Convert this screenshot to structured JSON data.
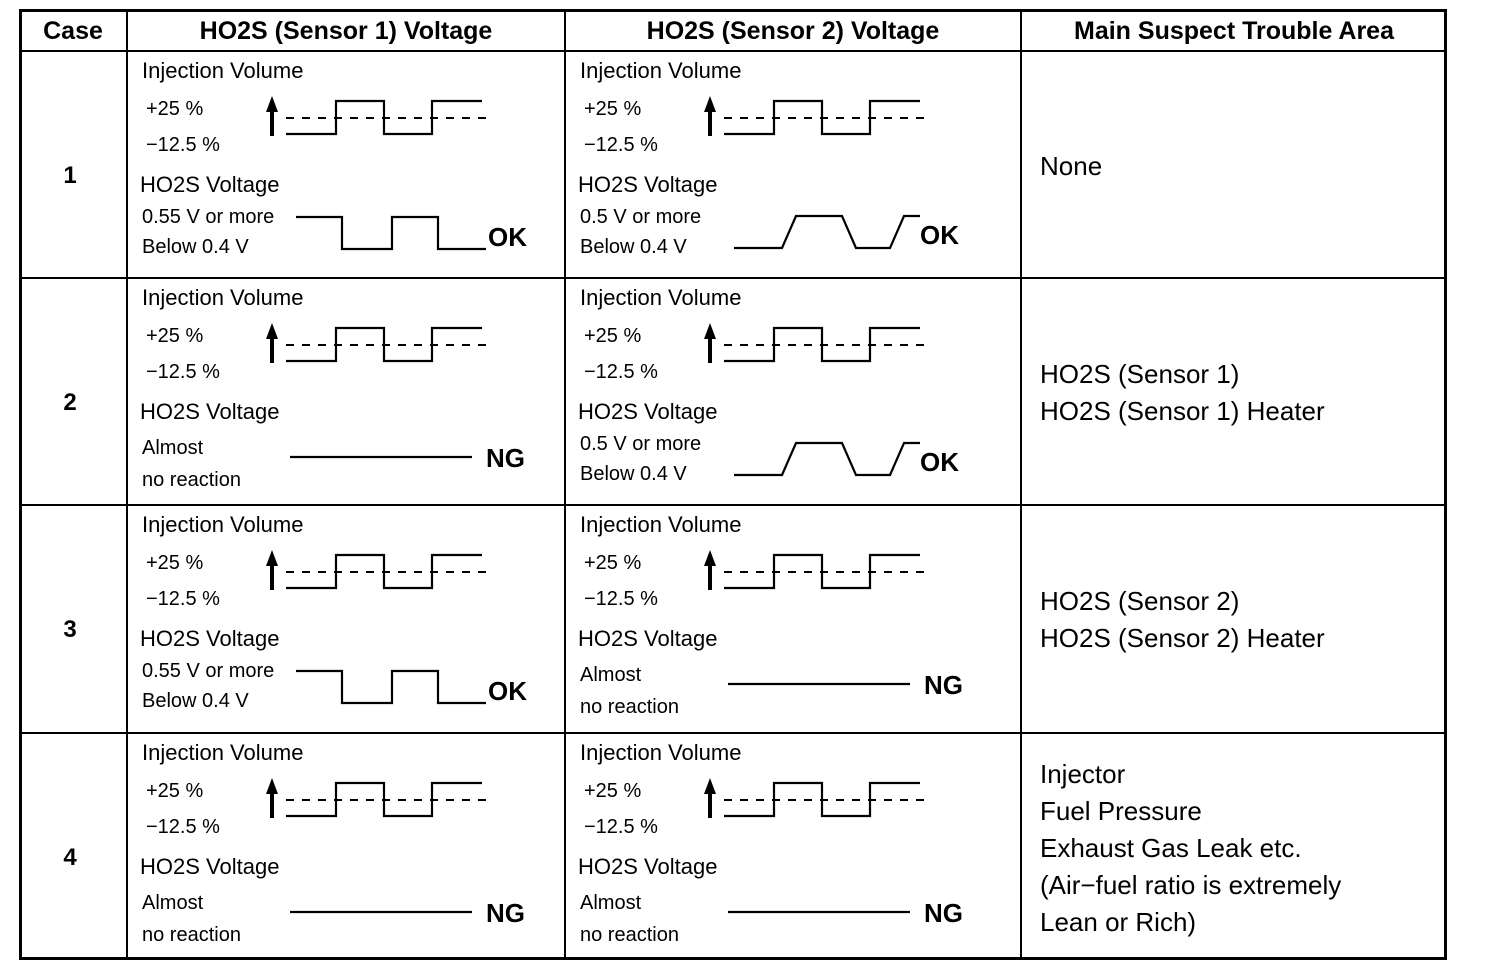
{
  "headers": {
    "case": "Case",
    "sensor1": "HO2S (Sensor 1) Voltage",
    "sensor2": "HO2S (Sensor 2) Voltage",
    "area": "Main Suspect Trouble Area"
  },
  "rows": [
    {
      "case": "1",
      "s1": {
        "inj": "Injection Volume",
        "plus": "+25 %",
        "minus": "−12.5 %",
        "ho2s": "HO2S Voltage",
        "v_hi": "0.55 V or more",
        "v_lo": "Below 0.4 V",
        "result": "OK",
        "reaction": "square"
      },
      "s2": {
        "inj": "Injection Volume",
        "plus": "+25 %",
        "minus": "−12.5 %",
        "ho2s": "HO2S Voltage",
        "v_hi": "0.5 V or more",
        "v_lo": "Below 0.4 V",
        "result": "OK",
        "reaction": "trapezoid"
      },
      "area": [
        "None"
      ]
    },
    {
      "case": "2",
      "s1": {
        "inj": "Injection Volume",
        "plus": "+25 %",
        "minus": "−12.5 %",
        "ho2s": "HO2S Voltage",
        "almost": "Almost",
        "noreact": "no reaction",
        "result": "NG",
        "reaction": "flat"
      },
      "s2": {
        "inj": "Injection Volume",
        "plus": "+25 %",
        "minus": "−12.5 %",
        "ho2s": "HO2S Voltage",
        "v_hi": "0.5 V or more",
        "v_lo": "Below 0.4 V",
        "result": "OK",
        "reaction": "trapezoid"
      },
      "area": [
        "HO2S (Sensor 1)",
        "HO2S (Sensor 1) Heater"
      ]
    },
    {
      "case": "3",
      "s1": {
        "inj": "Injection Volume",
        "plus": "+25 %",
        "minus": "−12.5 %",
        "ho2s": "HO2S Voltage",
        "v_hi": "0.55 V or more",
        "v_lo": "Below 0.4 V",
        "result": "OK",
        "reaction": "square"
      },
      "s2": {
        "inj": "Injection Volume",
        "plus": "+25 %",
        "minus": "−12.5 %",
        "ho2s": "HO2S Voltage",
        "almost": "Almost",
        "noreact": "no reaction",
        "result": "NG",
        "reaction": "flat"
      },
      "area": [
        "HO2S (Sensor 2)",
        "HO2S (Sensor 2) Heater"
      ]
    },
    {
      "case": "4",
      "s1": {
        "inj": "Injection Volume",
        "plus": "+25 %",
        "minus": "−12.5 %",
        "ho2s": "HO2S Voltage",
        "almost": "Almost",
        "noreact": "no reaction",
        "result": "NG",
        "reaction": "flat"
      },
      "s2": {
        "inj": "Injection Volume",
        "plus": "+25 %",
        "minus": "−12.5 %",
        "ho2s": "HO2S Voltage",
        "almost": "Almost",
        "noreact": "no reaction",
        "result": "NG",
        "reaction": "flat"
      },
      "area": [
        "Injector",
        "Fuel Pressure",
        "Exhaust Gas Leak etc.",
        "(Air−fuel ratio is extremely",
        "Lean or Rich)"
      ]
    }
  ]
}
